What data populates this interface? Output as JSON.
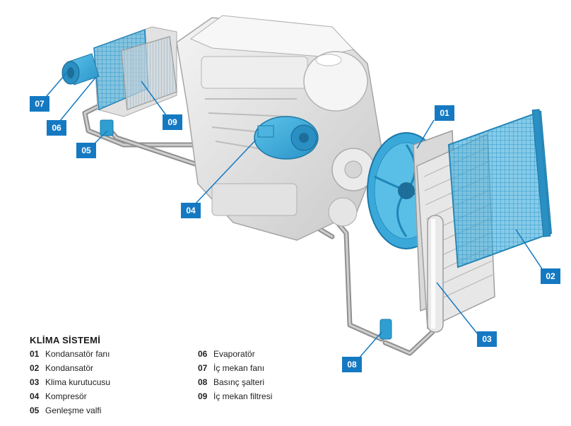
{
  "colors": {
    "accent": "#1579c2",
    "component_blue": "#35a8d8",
    "engine_gray": "#e6e6e6",
    "pipe_gray": "#9a9a9a"
  },
  "callouts": {
    "c01": "01",
    "c02": "02",
    "c03": "03",
    "c04": "04",
    "c05": "05",
    "c06": "06",
    "c07": "07",
    "c08": "08",
    "c09": "09"
  },
  "legend": {
    "title": "KLİMA SİSTEMİ",
    "items": [
      {
        "num": "01",
        "label": "Kondansatör fanı"
      },
      {
        "num": "02",
        "label": "Kondansatör"
      },
      {
        "num": "03",
        "label": "Klima kurutucusu"
      },
      {
        "num": "04",
        "label": "Kompresör"
      },
      {
        "num": "05",
        "label": "Genleşme valfi"
      },
      {
        "num": "06",
        "label": "Evaporatör"
      },
      {
        "num": "07",
        "label": "İç mekan fanı"
      },
      {
        "num": "08",
        "label": "Basınç şalteri"
      },
      {
        "num": "09",
        "label": "İç mekan filtresi"
      }
    ]
  }
}
